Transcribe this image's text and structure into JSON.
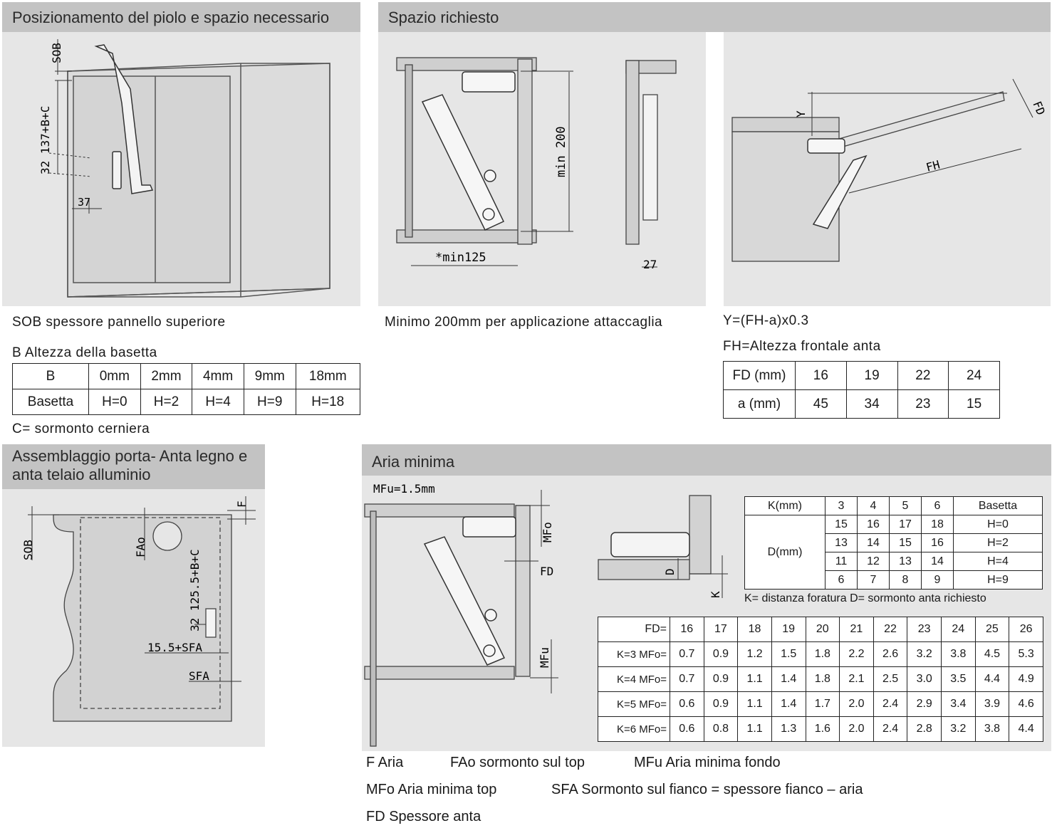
{
  "sections": {
    "peg_positioning": {
      "title": "Posizionamento del piolo e spazio necessario"
    },
    "required_space": {
      "title": "Spazio richiesto"
    },
    "door_assembly": {
      "title_line1": "Assemblaggio porta- Anta legno e",
      "title_line2": "anta telaio alluminio"
    },
    "min_air": {
      "title": "Aria minima"
    }
  },
  "diagram_labels": {
    "sob": "SOB",
    "dim_137": "32 137+B+C",
    "dim_37": "37",
    "min200": "min 200",
    "min125": "*min125",
    "dim_27": "27",
    "y": "Y",
    "fd": "FD",
    "fh": "FH",
    "f": "F",
    "fao": "FAo",
    "sob2": "SOB",
    "dim_125": "32 125.5+B+C",
    "sfa_155": "15.5+SFA",
    "sfa": "SFA",
    "mfu_eq": "MFu=1.5mm",
    "mfo": "MFo",
    "fd2": "FD",
    "mfu": "MFu",
    "d": "D",
    "k": "K"
  },
  "captions": {
    "sob_desc": "SOB spessore pannello superiore",
    "b_title": "B Altezza della basetta",
    "c_desc": "C= sormonto cerniera",
    "min200_desc": "Minimo 200mm per applicazione attaccaglia",
    "formula": "Y=(FH-a)x0.3",
    "fh_desc": "FH=Altezza frontale anta",
    "k_desc": "K= distanza foratura D= sormonto anta richiesto"
  },
  "table_b": {
    "header": [
      "B",
      "0mm",
      "2mm",
      "4mm",
      "9mm",
      "18mm"
    ],
    "row": [
      "Basetta",
      "H=0",
      "H=2",
      "H=4",
      "H=9",
      "H=18"
    ]
  },
  "table_fd": {
    "header": [
      "FD (mm)",
      "16",
      "19",
      "22",
      "24"
    ],
    "row": [
      "a (mm)",
      "45",
      "34",
      "23",
      "15"
    ]
  },
  "table_k": {
    "header": [
      "K(mm)",
      "3",
      "4",
      "5",
      "6",
      "Basetta"
    ],
    "d_label": "D(mm)",
    "rows": [
      [
        "15",
        "16",
        "17",
        "18",
        "H=0"
      ],
      [
        "13",
        "14",
        "15",
        "16",
        "H=2"
      ],
      [
        "11",
        "12",
        "13",
        "14",
        "H=4"
      ],
      [
        "6",
        "7",
        "8",
        "9",
        "H=9"
      ]
    ]
  },
  "table_mfo": {
    "header_label": "FD=",
    "fd": [
      "16",
      "17",
      "18",
      "19",
      "20",
      "21",
      "22",
      "23",
      "24",
      "25",
      "26"
    ],
    "rows": [
      {
        "label": "K=3  MFo=",
        "values": [
          "0.7",
          "0.9",
          "1.2",
          "1.5",
          "1.8",
          "2.2",
          "2.6",
          "3.2",
          "3.8",
          "4.5",
          "5.3"
        ]
      },
      {
        "label": "K=4  MFo=",
        "values": [
          "0.7",
          "0.9",
          "1.1",
          "1.4",
          "1.8",
          "2.1",
          "2.5",
          "3.0",
          "3.5",
          "4.4",
          "4.9"
        ]
      },
      {
        "label": "K=5  MFo=",
        "values": [
          "0.6",
          "0.9",
          "1.1",
          "1.4",
          "1.7",
          "2.0",
          "2.4",
          "2.9",
          "3.4",
          "3.9",
          "4.6"
        ]
      },
      {
        "label": "K=6  MFo=",
        "values": [
          "0.6",
          "0.8",
          "1.1",
          "1.3",
          "1.6",
          "2.0",
          "2.4",
          "2.8",
          "3.2",
          "3.8",
          "4.4"
        ]
      }
    ]
  },
  "legend": {
    "f": "F Aria",
    "fao": "FAo sormonto sul top",
    "mfu": "MFu Aria minima fondo",
    "mfo": "MFo Aria minima top",
    "sfa": "SFA  Sormonto sul fianco = spessore fianco – aria",
    "fd": "FD Spessore anta"
  }
}
